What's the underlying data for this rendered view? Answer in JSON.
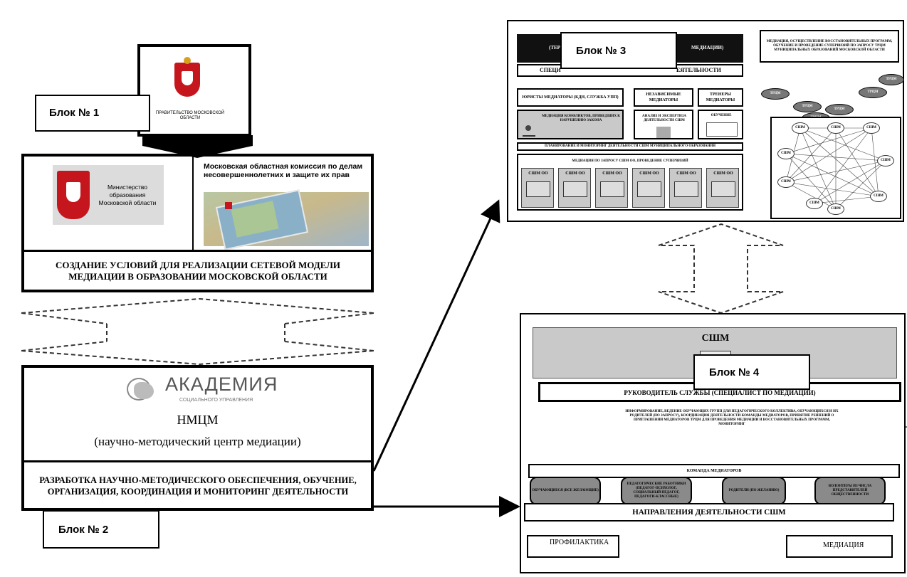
{
  "block_labels": {
    "block1": "Блок № 1",
    "block2": "Блок № 2",
    "block3": "Блок № 3",
    "block4": "Блок № 4"
  },
  "government": {
    "caption": "ПРАВИТЕЛЬСТВО МОСКОВСКОЙ ОБЛАСТИ"
  },
  "ministry": {
    "name": "Министерство образования Московской области"
  },
  "commission": {
    "title": "Московская областная комиссия по делам несовершеннолетних и защите их прав"
  },
  "block1_goal": "СОЗДАНИЕ УСЛОВИЙ ДЛЯ РЕАЛИЗАЦИИ СЕТЕВОЙ МОДЕЛИ МЕДИАЦИИ В ОБРАЗОВАНИИ МОСКОВСКОЙ ОБЛАСТИ",
  "academy": {
    "name": "АКАДЕМИЯ",
    "subtitle": "СОЦИАЛЬНОГО УПРАВЛЕНИЯ",
    "center_abbr": "НМЦМ",
    "center_full": "(научно-методический центр медиации)"
  },
  "block2_tasks": "РАЗРАБОТКА НАУЧНО-МЕТОДИЧЕСКОГО ОБЕСПЕЧЕНИЯ, ОБУЧЕНИЕ, ОРГАНИЗАЦИЯ, КООРДИНАЦИЯ И МОНИТОРИНГ ДЕЯТЕЛЬНОСТИ",
  "block3": {
    "header_left": "(ТЕР",
    "header_right": "МЕДИАЦИИ)",
    "subheader_left": "СПЕЦИ",
    "subheader_right": "ЕЯТЕЛЬНОСТИ",
    "right_note": "МЕДИАЦИЯ, ОСУЩЕСТВЛЕНИЕ ВОССТАНОВИТЕЛЬНЫХ ПРОГРАММ, ОБУЧЕНИЕ И ПРОВЕДЕНИЕ СУПЕРВИЗИЙ ПО ЗАПРОСУ ТРЦМ МУНИЦИПАЛЬНЫХ ОБРАЗОВАНИЙ МОСКОВСКОЙ ОБЛАСТИ",
    "col1_title": "ЮРИСТЫ МЕДИАТОРЫ (КДН, СЛУЖБА УПП)",
    "col2_title": "НЕЗАВИСИМЫЕ МЕДИАТОРЫ",
    "col3_title": "ТРЕНЕРЫ МЕДИАТОРЫ",
    "col1_desc": "МЕДИАЦИЯ КОНФЛИКТОВ, ПРИВЕДШИХ К НАРУШЕНИЮ ЗАКОНА",
    "col2_desc": "АНАЛИЗ И ЭКСПЕРТИЗА ДЕЯТЕЛЬНОСТИ СШМ",
    "col3_desc": "ОБУЧЕНИЕ",
    "planning": "ПЛАНИРОВАНИЕ И МОНИТОРИНГ ДЕЯТЕЛЬНОСТИ СШМ МУНИЦИПАЛЬНОГО ОБРАЗОВАНИЯ",
    "supervision": "МЕДИАЦИЯ ПО ЗАПРОСУ СШМ ОО, ПРОВЕДЕНИЕ СУПЕРВИЗИЙ",
    "school_units": [
      "СШМ ОО",
      "СШМ ОО",
      "СШМ ОО",
      "СШМ ОО",
      "СШМ ОО",
      "СШМ ОО"
    ],
    "trcm_label": "ТРЦМ",
    "network_node_label": "СШМ"
  },
  "block4": {
    "sshm_title": "СШМ",
    "head": "РУКОВОДИТЕЛЬ СЛУЖБЫ (СПЕЦИАЛИСТ ПО МЕДИАЦИИ)",
    "duties": "ИНФОРМИРОВАНИЕ, ВЕДЕНИЕ ОБУЧАЮЩИХ ГРУПП ДЛЯ ПЕДАГОГИЧЕСКОГО КОЛЛЕКТИВА, ОБУЧАЮЩИХСЯ И ИХ РОДИТЕЛЕЙ (ПО ЗАПРОСУ), КООРДИНАЦИЯ ДЕЯТЕЛЬНОСТИ КОМАНДЫ МЕДИАТОРОВ, ПРИНЯТИЕ РЕШЕНИЙ О ПРИГЛАШЕНИИ МЕДИАТОРОВ ТРЦМ ДЛЯ ПРОВЕДЕНИЯ МЕДИАЦИИ И ВОССТАНОВИТЕЛЬНЫХ ПРОГРАММ, МОНИТОРИНГ",
    "team": "КОМАНДА МЕДИАТОРОВ",
    "members": [
      "ОБУЧАЮЩИЕСЯ (ВСЕ ЖЕЛАЮЩИЕ)",
      "ПЕДАГОГИЧЕСКИЕ РАБОТНИКИ (ПЕДАГОГ-ПСИХОЛОГ, СОЦИАЛЬНЫЙ ПЕДАГОГ, ПЕДАГОГИ-КЛАССНЫЕ)",
      "РОДИТЕЛИ (ПО ЖЕЛАНИЮ)",
      "ВОЛОНТЕРЫ ИЗ ЧИСЛА ПРЕДСТАВИТЕЛЕЙ ОБЩЕСТВЕННОСТИ"
    ],
    "directions": "НАПРАВЛЕНИЯ ДЕЯТЕЛЬНОСТИ СШМ",
    "prevention": "ПРОФИЛАКТИКА",
    "mediation": "МЕДИАЦИЯ"
  }
}
